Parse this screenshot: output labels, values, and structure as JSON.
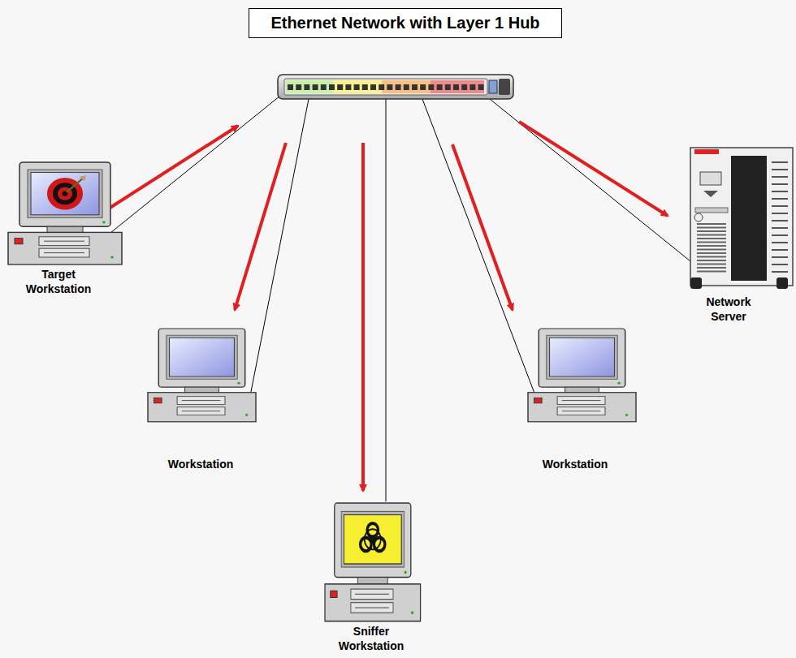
{
  "diagram": {
    "title": "Ethernet Network with Layer 1 Hub",
    "nodes": [
      {
        "text": [
          "Target Workstation"
        ]
      },
      {
        "text": [
          "Workstation"
        ]
      },
      {
        "text": [
          "Sniffer Workstation"
        ]
      },
      {
        "text": [
          "Workstation"
        ]
      },
      {
        "text": [
          "Network Server"
        ]
      }
    ]
  }
}
